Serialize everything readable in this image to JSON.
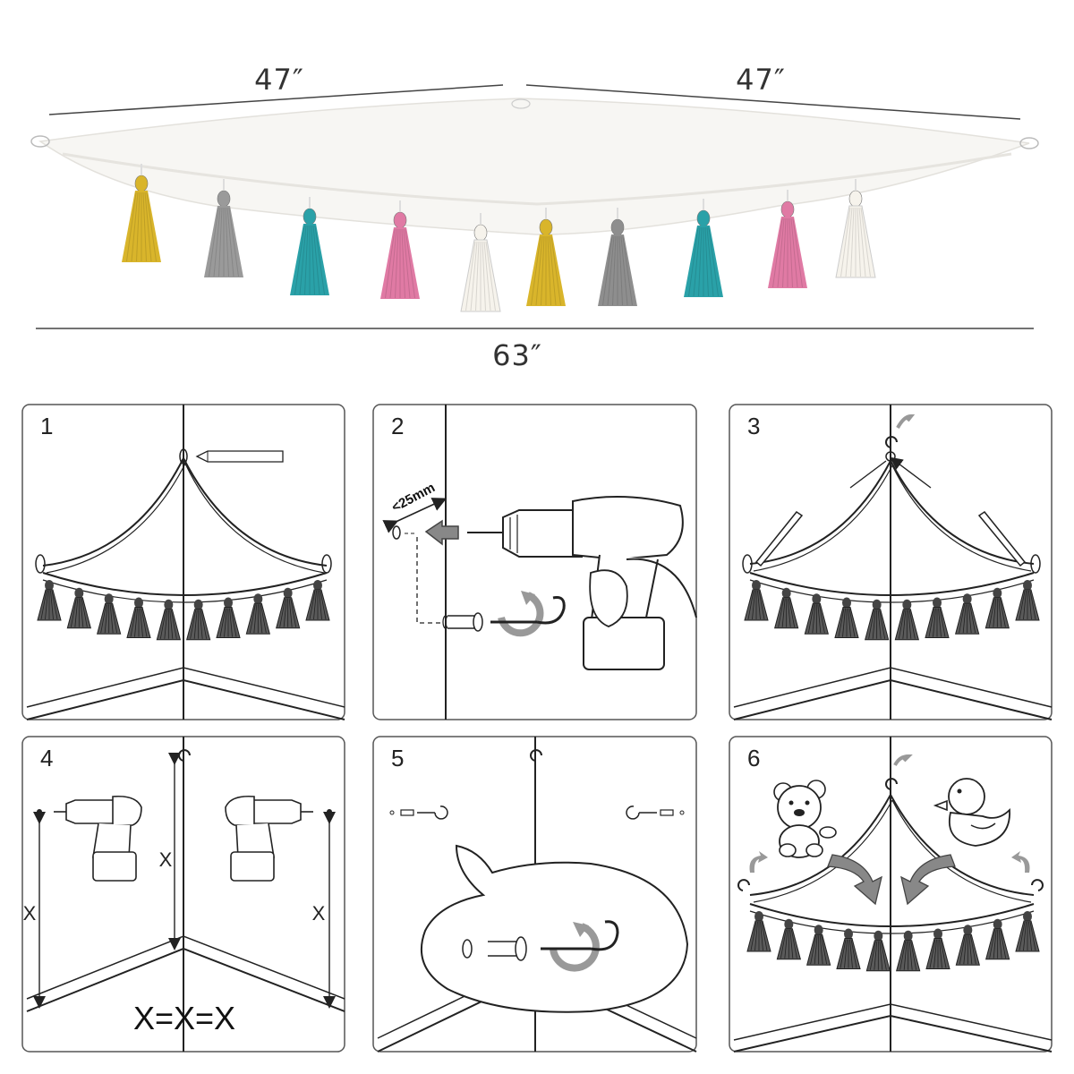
{
  "dimensions": {
    "left_width": "47″",
    "right_width": "47″",
    "total_width": "63″"
  },
  "tassel_colors": [
    "#d9b52b",
    "#9a9a9a",
    "#2aa1a8",
    "#e07aa4",
    "#f6f3ec",
    "#d9b52b",
    "#8e8e8e",
    "#2aa1a8",
    "#e07aa4",
    "#f6f3ec"
  ],
  "steps": [
    {
      "number": "1"
    },
    {
      "number": "2",
      "drill_depth": "<25mm"
    },
    {
      "number": "3"
    },
    {
      "number": "4",
      "height_label": "X",
      "equation": "X=X=X"
    },
    {
      "number": "5"
    },
    {
      "number": "6"
    }
  ],
  "icons": [
    "pencil-icon",
    "drill-icon",
    "arrow-icon",
    "hook-icon",
    "screw-icon",
    "teddy-bear-icon",
    "rubber-duck-icon"
  ]
}
